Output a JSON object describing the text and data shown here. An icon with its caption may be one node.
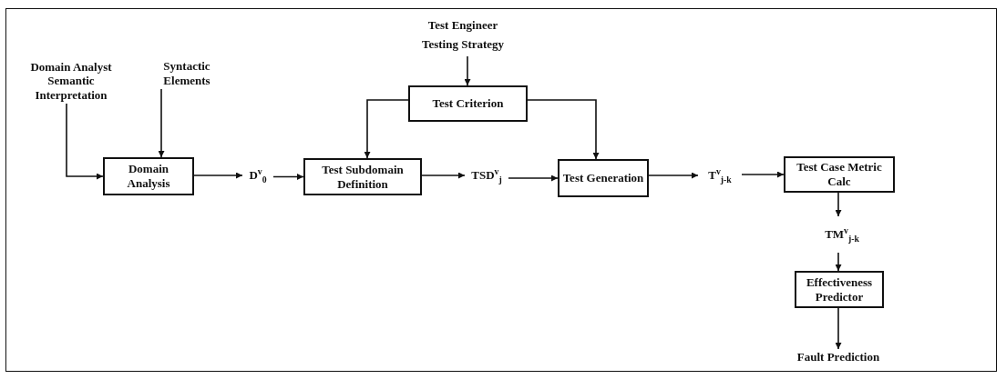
{
  "diagram": {
    "nodes": [
      {
        "text": [
          "Domain Analyst Semantic Interpretation"
        ]
      },
      {
        "text": [
          "Syntactic Elements"
        ]
      },
      {
        "text": [
          "Test Engineer Testing Strategy"
        ]
      },
      {
        "text": [
          "Test Criterion"
        ]
      },
      {
        "text": [
          "Domain Analysis"
        ]
      },
      {
        "text": [
          "D$^{v}$$_{0}$"
        ]
      },
      {
        "text": [
          "Test Subdomain Definition"
        ]
      },
      {
        "text": [
          "TSD$^{v}$$_{j}$"
        ]
      },
      {
        "text": [
          "Test Generation"
        ]
      },
      {
        "text": [
          "T$^{v}$$_{j-k}$"
        ]
      },
      {
        "text": [
          "Test Case Metric Calc"
        ]
      },
      {
        "text": [
          "TM$^{v}$$_{j-k}$"
        ]
      },
      {
        "text": [
          "Effectiveness Predictor"
        ]
      },
      {
        "text": [
          "Fault Prediction"
        ]
      }
    ],
    "edges": [
      {
        "from": 0,
        "to": 4,
        "arrow": "to"
      },
      {
        "from": 1,
        "to": 4,
        "arrow": "to"
      },
      {
        "from": 2,
        "to": 3,
        "arrow": "to"
      },
      {
        "from": 3,
        "to": 6,
        "arrow": "to"
      },
      {
        "from": 3,
        "to": 8,
        "arrow": "to"
      },
      {
        "from": 4,
        "to": 5,
        "arrow": "to"
      },
      {
        "from": 5,
        "to": 6,
        "arrow": "to"
      },
      {
        "from": 6,
        "to": 7,
        "arrow": "to"
      },
      {
        "from": 7,
        "to": 8,
        "arrow": "to"
      },
      {
        "from": 8,
        "to": 9,
        "arrow": "to"
      },
      {
        "from": 9,
        "to": 10,
        "arrow": "to"
      },
      {
        "from": 10,
        "to": 11,
        "arrow": "to"
      },
      {
        "from": 11,
        "to": 12,
        "arrow": "to"
      },
      {
        "from": 12,
        "to": 13,
        "arrow": "to"
      }
    ]
  }
}
